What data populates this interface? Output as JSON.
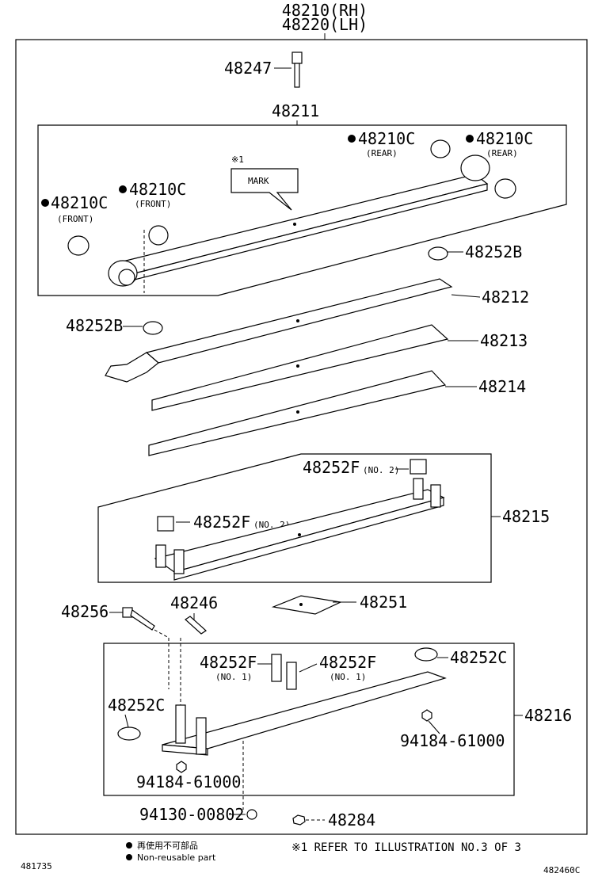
{
  "header": {
    "rh": "48210(RH)",
    "lh": "48220(LH)"
  },
  "labels": {
    "bolt": "48247",
    "leaf_assy": "48211",
    "mark_ref": "※1",
    "mark": "MARK",
    "bush": "48210C",
    "rear": "(REAR)",
    "front": "(FRONT)",
    "cap": "48252B",
    "leaf2": "48212",
    "leaf3": "48213",
    "leaf4": "48214",
    "clip_f": "48252F",
    "no2": "(NO. 2)",
    "no1": "(NO. 1)",
    "clip_assy": "48215",
    "center_bolt": "48256",
    "pin": "48246",
    "plate": "48251",
    "clip_c": "48252C",
    "nut_assy": "48216",
    "nut1": "94184-61000",
    "washer": "94130-00802",
    "nut2": "48284"
  },
  "footer": {
    "legend_jp": "再使用不可部品",
    "legend_en": "Non-reusable part",
    "refer": "※1  REFER TO ILLUSTRATION NO.3 OF 3",
    "code_left": "481735",
    "code_right": "482460C"
  }
}
